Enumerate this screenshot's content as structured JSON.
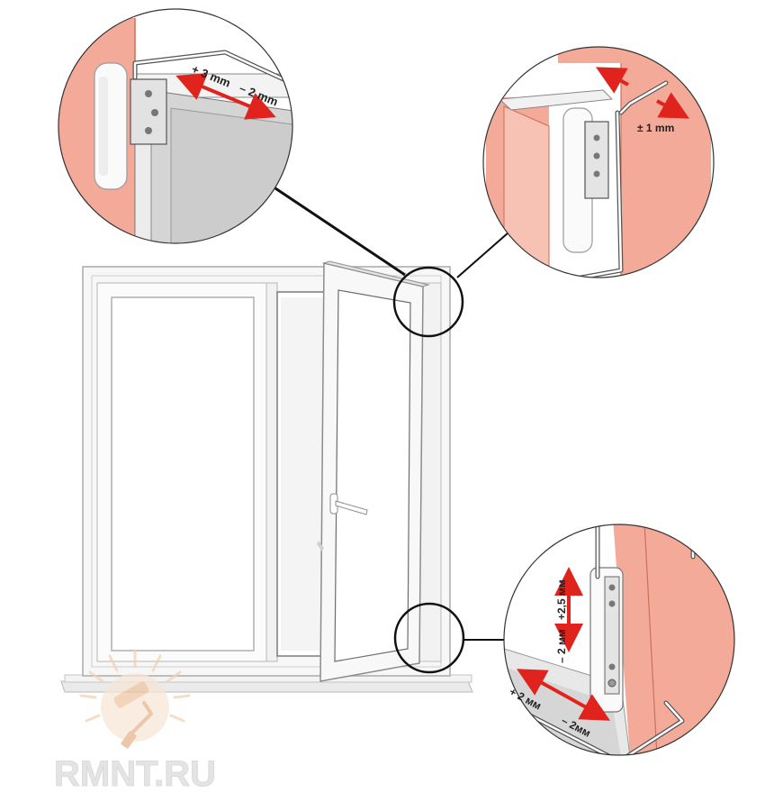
{
  "callouts": {
    "top_left": {
      "plus": "+ 3 mm",
      "minus": "– 2 mm"
    },
    "top_right": {
      "label": "± 1 mm"
    },
    "bottom_right": {
      "vertical_plus": "+2,5 мм",
      "vertical_minus": "– 2 мм",
      "horizontal_plus": "+ 2 мм",
      "horizontal_minus": "– 2мм"
    }
  },
  "watermark": {
    "text": "RMNT.RU"
  },
  "colors": {
    "wall": "#f4aa98",
    "wall_edge": "#c9705c",
    "frame": "#f6f6f6",
    "glass": "#cfcfcf",
    "arrow": "#e0231c",
    "line": "#111111",
    "watermark": "#dedede"
  },
  "icons": {
    "watermark_logo": "paint-roller-icon"
  }
}
